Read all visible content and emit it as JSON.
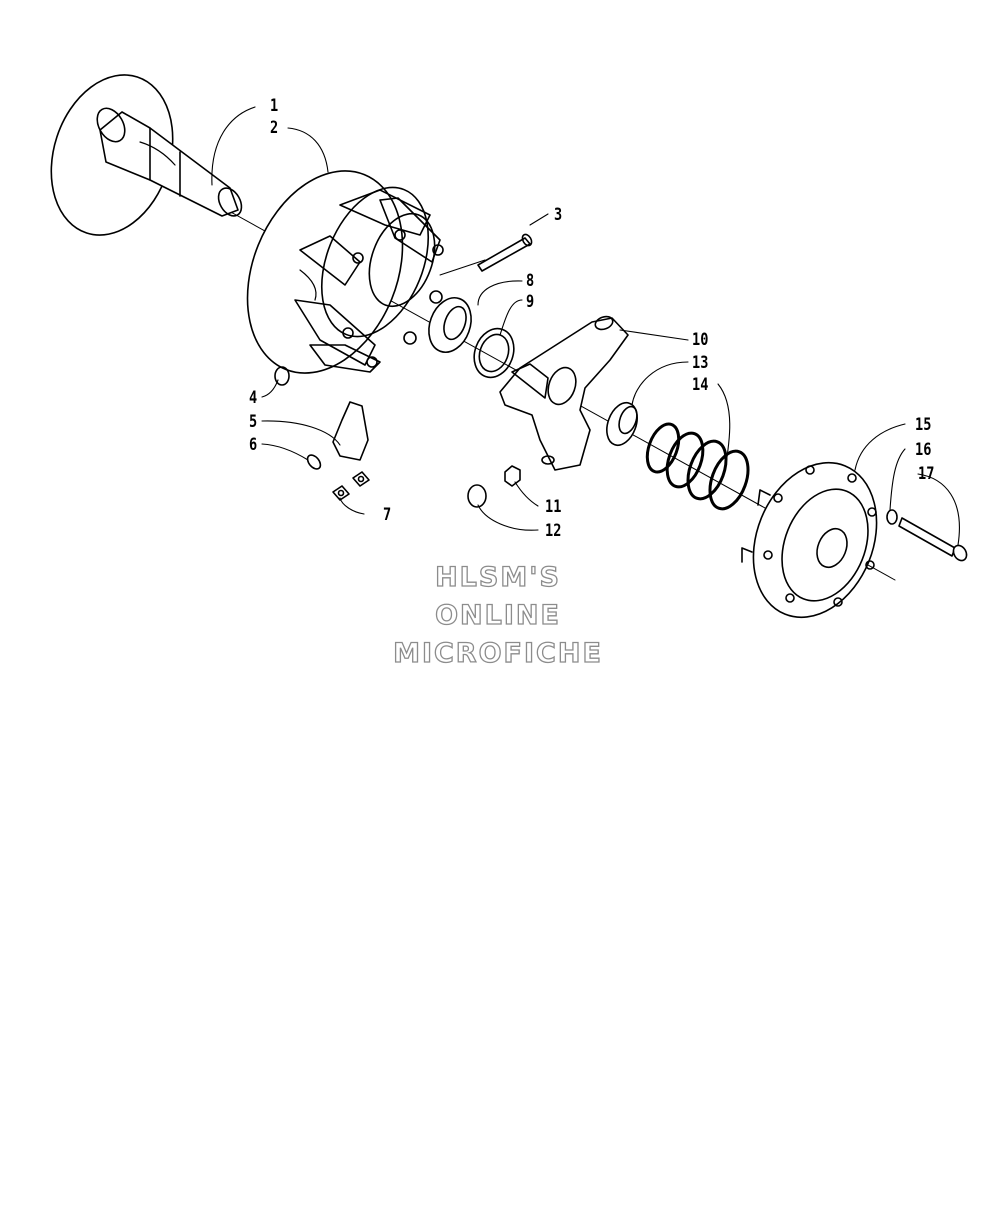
{
  "watermark": {
    "line1": "HLSM'S",
    "line2": "ONLINE",
    "line3": "MICROFICHE"
  },
  "callouts": [
    {
      "id": "c1",
      "label": "1"
    },
    {
      "id": "c2",
      "label": "2"
    },
    {
      "id": "c3",
      "label": "3"
    },
    {
      "id": "c4",
      "label": "4"
    },
    {
      "id": "c5",
      "label": "5"
    },
    {
      "id": "c6",
      "label": "6"
    },
    {
      "id": "c7",
      "label": "7"
    },
    {
      "id": "c8",
      "label": "8"
    },
    {
      "id": "c9",
      "label": "9"
    },
    {
      "id": "c10",
      "label": "10"
    },
    {
      "id": "c11",
      "label": "11"
    },
    {
      "id": "c12",
      "label": "12"
    },
    {
      "id": "c13",
      "label": "13"
    },
    {
      "id": "c14",
      "label": "14"
    },
    {
      "id": "c15",
      "label": "15"
    },
    {
      "id": "c16",
      "label": "16"
    },
    {
      "id": "c17",
      "label": "17"
    }
  ],
  "colors": {
    "line": "#000000",
    "watermark_outline": "#8c8c8c",
    "background": "#ffffff"
  }
}
